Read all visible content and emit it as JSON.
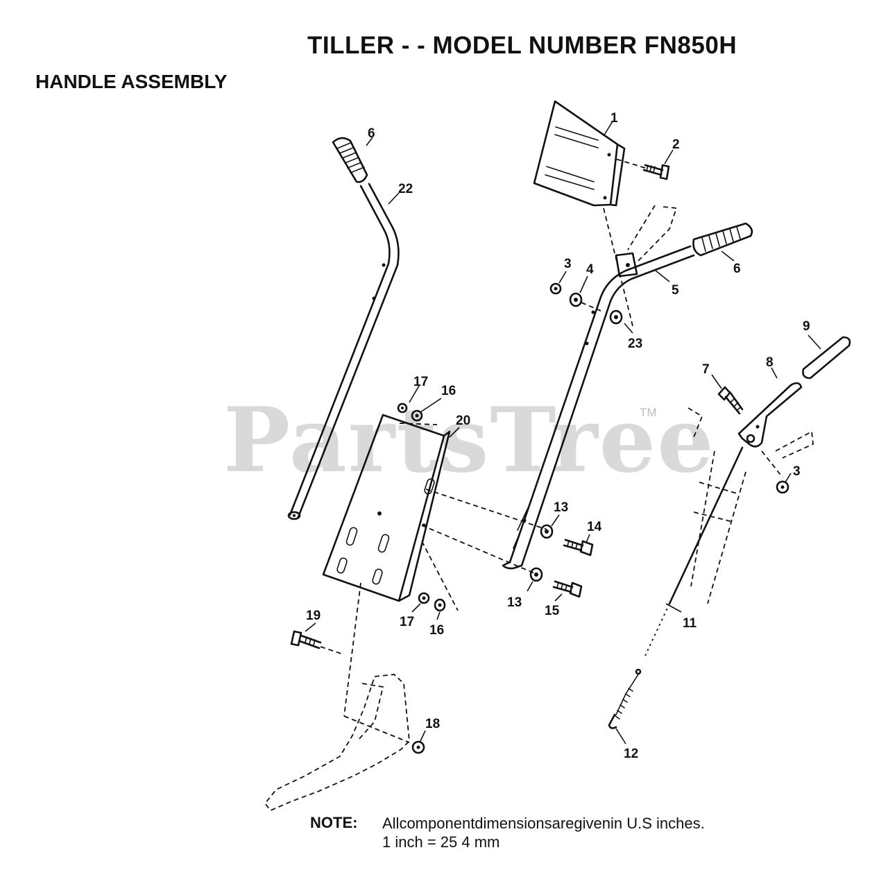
{
  "header": {
    "title": "TILLER - - MODEL NUMBER FN850H",
    "section": "HANDLE ASSEMBLY"
  },
  "watermark": {
    "text": "PartsTree",
    "tm": "TM"
  },
  "callouts": [
    "1",
    "2",
    "3",
    "4",
    "5",
    "6",
    "6",
    "22",
    "23",
    "9",
    "8",
    "7",
    "3",
    "17",
    "16",
    "20",
    "13",
    "14",
    "13",
    "15",
    "17",
    "16",
    "19",
    "18",
    "11",
    "12"
  ],
  "note": {
    "label": "NOTE:",
    "line1": "Allcomponentdimensionsaregivenin U.S  inches.",
    "line2": "1 inch = 25 4 mm"
  }
}
